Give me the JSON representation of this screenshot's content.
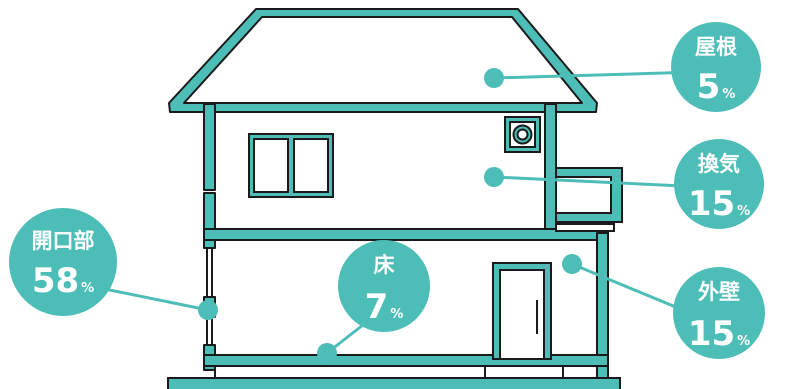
{
  "colors": {
    "teal": "#4dbdb8",
    "outline": "#1a1a1a",
    "background": "#ffffff"
  },
  "labels": {
    "roof": {
      "name": "屋根",
      "value": "5",
      "unit": "%"
    },
    "vent": {
      "name": "換気",
      "value": "15",
      "unit": "%"
    },
    "opening": {
      "name": "開口部",
      "value": "58",
      "unit": "%"
    },
    "floor": {
      "name": "床",
      "value": "7",
      "unit": "%"
    },
    "wall": {
      "name": "外壁",
      "value": "15",
      "unit": "%"
    }
  }
}
